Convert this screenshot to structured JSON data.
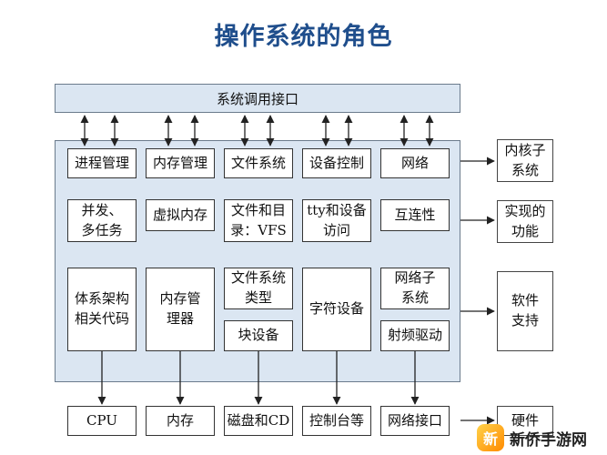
{
  "title": "操作系统的角色",
  "syscall": "系统调用接口",
  "row1": [
    "进程管理",
    "内存管理",
    "文件系统",
    "设备控制",
    "网络"
  ],
  "row2": [
    "并发、\n多任务",
    "虚拟内存",
    "文件和目\n录：VFS",
    "tty和设备\n访问",
    "互连性"
  ],
  "row3": {
    "arch": "体系架构\n相关代码",
    "mm": "内存管\n理器",
    "fstype": "文件系统\n类型",
    "block": "块设备",
    "char": "字符设备",
    "netsub": "网络子\n系统",
    "rf": "射频驱动"
  },
  "row4": [
    "CPU",
    "内存",
    "磁盘和CD",
    "控制台等",
    "网络接口"
  ],
  "right": {
    "kernel": "内核子\n系统",
    "function": "实现的\n功能",
    "software": "软件\n支持",
    "hardware": "硬件"
  },
  "logo": {
    "badge": "新",
    "text": "新侨手游网"
  },
  "colors": {
    "title": "#1f4e8c",
    "panel": "#dbe6f2"
  }
}
